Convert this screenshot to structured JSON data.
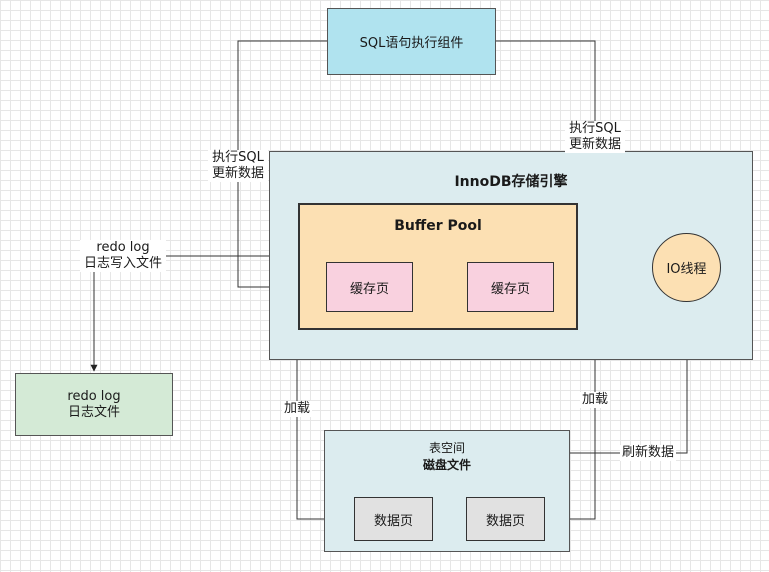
{
  "sql_component": {
    "label": "SQL语句执行组件"
  },
  "innodb": {
    "title": "InnoDB存储引擎"
  },
  "buffer_pool": {
    "title": "Buffer Pool"
  },
  "cache_pages": [
    {
      "label": "缓存页"
    },
    {
      "label": "缓存页"
    }
  ],
  "io_thread": {
    "label": "IO线程"
  },
  "redo_log_file": {
    "line1": "redo log",
    "line2": "日志文件"
  },
  "tablespace": {
    "line1": "表空间",
    "line2": "磁盘文件"
  },
  "data_pages": [
    {
      "label": "数据页"
    },
    {
      "label": "数据页"
    }
  ],
  "edges": {
    "exec_update_left": {
      "line1": "执行SQL",
      "line2": "更新数据"
    },
    "exec_update_right": {
      "line1": "执行SQL",
      "line2": "更新数据"
    },
    "redo_write": {
      "line1": "redo log",
      "line2": "日志写入文件"
    },
    "load_left": {
      "label": "加载"
    },
    "load_right": {
      "label": "加载"
    },
    "flush": {
      "label": "刷新数据"
    }
  }
}
